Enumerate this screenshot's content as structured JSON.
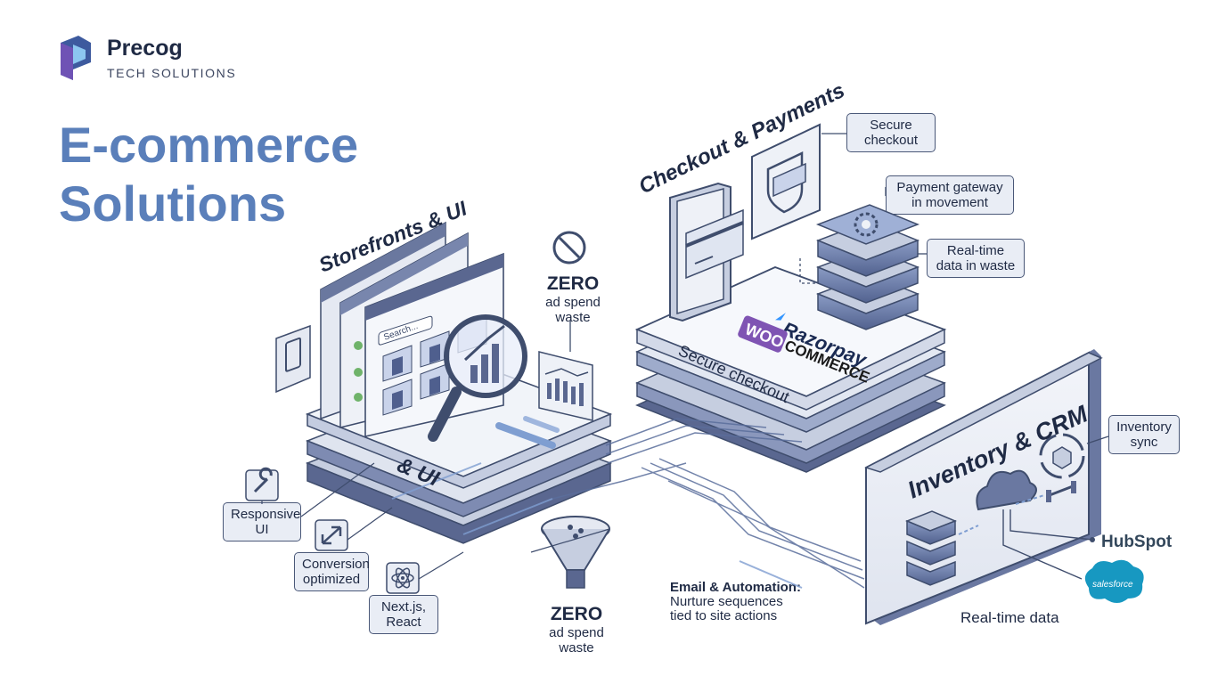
{
  "brand": {
    "name": "Precog",
    "subtitle": "TECH SOLUTIONS"
  },
  "title": {
    "line1": "E-commerce",
    "line2": "Solutions"
  },
  "sections": {
    "storefronts": "Storefronts & UI",
    "storefronts_base": "& UI",
    "checkout": "Checkout & Payments",
    "checkout_base": "Secure checkout",
    "inventory": "Inventory & CRM"
  },
  "tags": {
    "secure_checkout": {
      "line1": "Secure",
      "line2": "checkout"
    },
    "payment_gateway": {
      "line1": "Payment gateway",
      "line2": "in movement"
    },
    "realtime_waste": {
      "line1": "Real-time",
      "line2": "data in waste"
    },
    "inventory_sync": {
      "line1": "Inventory",
      "line2": "sync"
    },
    "responsive_ui": {
      "line1": "Responsive",
      "line2": "UI"
    },
    "conversion": {
      "line1": "Conversion",
      "line2": "optimized"
    },
    "nextjs": {
      "line1": "Next.js,",
      "line2": "React"
    }
  },
  "zero_top": {
    "big": "ZERO",
    "line1": "ad spend",
    "line2": "waste"
  },
  "zero_bottom": {
    "big": "ZERO",
    "line1": "ad spend",
    "line2": "waste"
  },
  "search_placeholder": "Search...",
  "email": {
    "heading": "Email & Automation:",
    "line1": "Nurture sequences",
    "line2": "tied to site actions"
  },
  "realtime_caption": "Real-time data",
  "logos": {
    "razorpay": "Razorpay",
    "woo": "WOO",
    "commerce": "COMMERCE",
    "hubspot": "HubSpot",
    "salesforce": "salesforce"
  },
  "colors": {
    "accent": "#5a7fba",
    "ink": "#1f2a44",
    "panel": "#e9edf5",
    "dark_layer": "#55628a",
    "woo": "#7f54b3",
    "hubspot": "#ff7a59",
    "salesforce": "#1798c1"
  }
}
